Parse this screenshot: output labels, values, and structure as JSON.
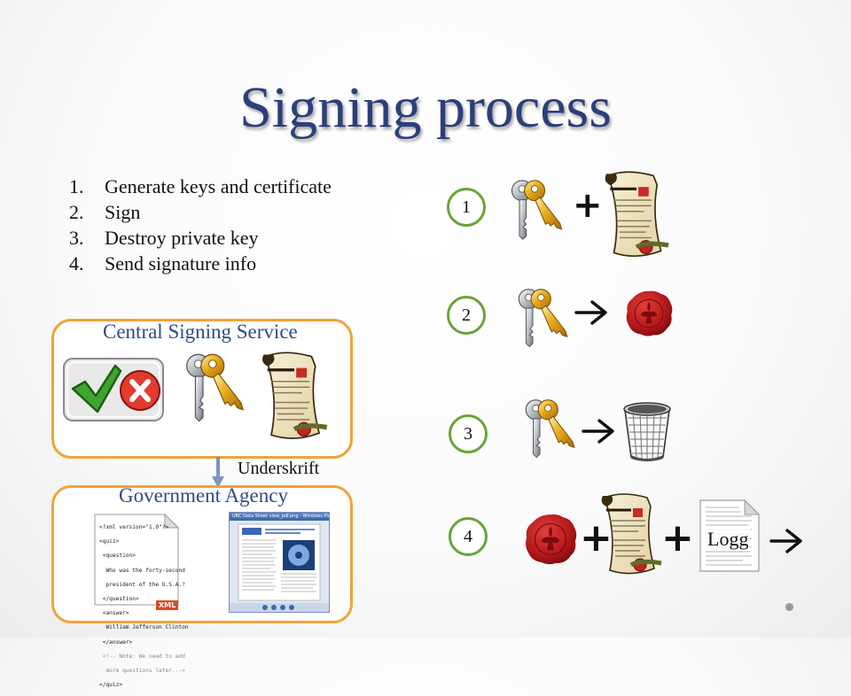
{
  "title": "Signing process",
  "steps": [
    {
      "num": "1.",
      "text": "Generate keys and certificate"
    },
    {
      "num": "2.",
      "text": "Sign"
    },
    {
      "num": "3.",
      "text": "Destroy private key"
    },
    {
      "num": "4.",
      "text": "Send signature info"
    }
  ],
  "central_panel": {
    "label": "Central Signing Service"
  },
  "arrow_label": "Underskrift",
  "government_panel": {
    "label": "Government Agency",
    "xml_lines": [
      "<?xml version=\"1.0\"?>",
      "<quiz>",
      " <question>",
      "  Who was the forty-second",
      "  president of the U.S.A.?",
      " </question>",
      " <answer>",
      "  William Jefferson Clinton",
      " </answer>",
      " <!-- Note: We need to add",
      "  more questions later.-->",
      "</quiz>"
    ],
    "xml_badge": "XML",
    "window_title": "UBC Data Sheet view_pdf.png - Windows Picture..."
  },
  "process_rows": [
    {
      "step": "1",
      "operator": "+"
    },
    {
      "step": "2",
      "operator": "→"
    },
    {
      "step": "3",
      "operator": "→"
    },
    {
      "step": "4",
      "operators": [
        "+",
        "+"
      ],
      "log_label": "Logg",
      "trailing": "→"
    }
  ],
  "colors": {
    "title": "#2b3f7a",
    "panel_border": "#f0a33a",
    "panel_label": "#2e4a86",
    "step_circle": "#6aa338",
    "wax_seal": "#b5161b",
    "key_gold": "#e8a91a"
  },
  "icons": [
    "key-pair-icon",
    "certificate-scroll-icon",
    "wax-seal-icon",
    "trash-bin-icon",
    "document-icon",
    "check-icon",
    "cross-icon"
  ]
}
